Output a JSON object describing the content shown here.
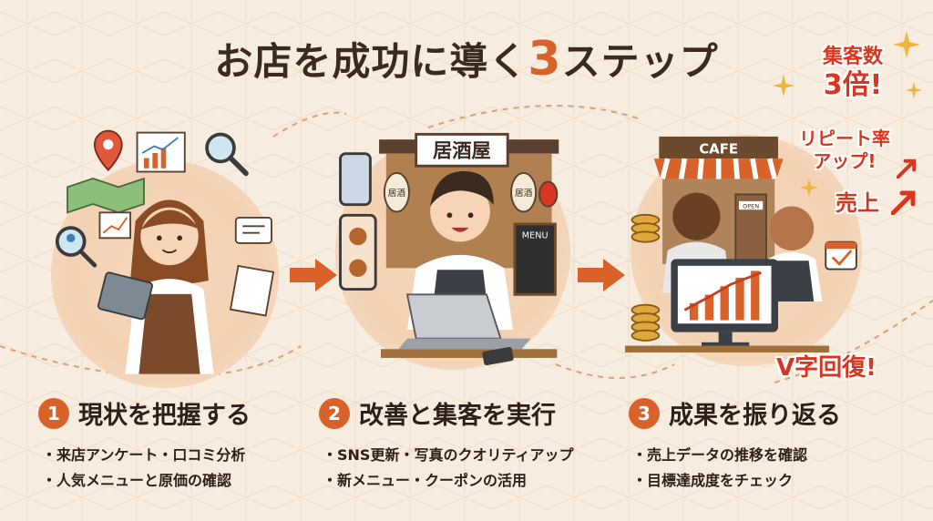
{
  "title": {
    "main": "お店を成功に導く",
    "number": "3",
    "suffix": "ステップ"
  },
  "steps": [
    {
      "number": "1",
      "title": "現状を把握する",
      "bullets": [
        "来店アンケート・口コミ分析",
        "人気メニューと原価の確認"
      ]
    },
    {
      "number": "2",
      "title": "改善と集客を実行",
      "bullets": [
        "SNS更新・写真のクオリティアップ",
        "新メニュー・クーポンの活用"
      ]
    },
    {
      "number": "3",
      "title": "成果を振り返る",
      "bullets": [
        "売上データの推移を確認",
        "目標達成度をチェック"
      ]
    }
  ],
  "scene2": {
    "shop_sign": "居酒屋",
    "lantern_left": "居酒",
    "lantern_right": "居酒",
    "menu_board": "MENU"
  },
  "scene3": {
    "shop_sign": "CAFE",
    "door_sign": "OPEN"
  },
  "callouts": {
    "customers_line1": "集客数",
    "customers_line2": "3倍!",
    "repeat_line1": "リピート率",
    "repeat_line2": "アップ!",
    "sales": "売上",
    "recovery": "V字回復!"
  },
  "colors": {
    "accent": "#d9612a",
    "callout": "#d9361f",
    "background": "#f6ecdf"
  },
  "icons": [
    "map-pin-icon",
    "map-icon",
    "chart-icon",
    "magnifier-icon",
    "user-search-icon",
    "speech-bubble-icon",
    "notepad-icon",
    "smartphone-icon",
    "lantern-icon",
    "coins-icon",
    "calendar-check-icon",
    "sparkle-icon",
    "arrow-up-icon",
    "step-arrow-icon"
  ]
}
